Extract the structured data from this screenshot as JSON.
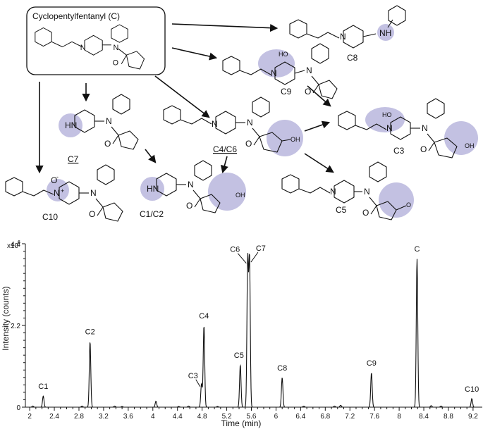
{
  "scheme": {
    "parent_box_title": "Cyclopentylfentanyl (C)",
    "compounds": {
      "C8": "C8",
      "C9": "C9",
      "C7": "C7",
      "C4C6": "C4/C6",
      "C3": "C3",
      "C1C2": "C1/C2",
      "C5": "C5",
      "C10": "C10"
    },
    "atoms": {
      "N": "N",
      "NH": "NH",
      "HN": "HN",
      "O": "O",
      "OH": "OH",
      "HO": "HO",
      "O_minus": "O",
      "N_plus": "N",
      "minus": "-",
      "plus": "+"
    },
    "highlight_color": "#b9b6dd"
  },
  "chart_data": {
    "type": "line",
    "title": "",
    "xlabel": "Time (min)",
    "ylabel": "Intensity (counts)",
    "y_multiplier_label": "x10",
    "y_multiplier_exp": "6",
    "xlim": [
      1.93,
      9.35
    ],
    "ylim": [
      0,
      4.4
    ],
    "x_ticks": [
      "2",
      "2.4",
      "2.8",
      "3.2",
      "3.6",
      "4",
      "4.4",
      "4.8",
      "5.2",
      "5.6",
      "6",
      "6.4",
      "6.8",
      "7.2",
      "7.6",
      "8",
      "8.4",
      "8.8",
      "9.2"
    ],
    "y_ticks": [
      "0",
      "2.2",
      "4.4"
    ],
    "peaks": [
      {
        "label": "C1",
        "x": 2.22,
        "y": 0.3
      },
      {
        "label": "C2",
        "x": 2.98,
        "y": 1.77
      },
      {
        "label": "",
        "x": 4.05,
        "y": 0.16
      },
      {
        "label": "C3",
        "x": 4.79,
        "y": 0.63
      },
      {
        "label": "C4",
        "x": 4.83,
        "y": 2.2
      },
      {
        "label": "C5",
        "x": 5.42,
        "y": 1.14
      },
      {
        "label": "C6",
        "x": 5.54,
        "y": 3.95
      },
      {
        "label": "C7",
        "x": 5.57,
        "y": 3.98
      },
      {
        "label": "C8",
        "x": 6.1,
        "y": 0.8
      },
      {
        "label": "C9",
        "x": 7.55,
        "y": 0.93
      },
      {
        "label": "C",
        "x": 8.29,
        "y": 4.0
      },
      {
        "label": "C10",
        "x": 9.18,
        "y": 0.23
      }
    ],
    "minor_peaks": [
      {
        "x": 2.05,
        "y": 0.03
      },
      {
        "x": 2.85,
        "y": 0.03
      },
      {
        "x": 3.38,
        "y": 0.03
      },
      {
        "x": 3.5,
        "y": 0.02
      },
      {
        "x": 4.42,
        "y": 0.02
      },
      {
        "x": 4.58,
        "y": 0.03
      },
      {
        "x": 5.05,
        "y": 0.02
      },
      {
        "x": 6.45,
        "y": 0.03
      },
      {
        "x": 6.95,
        "y": 0.03
      },
      {
        "x": 7.05,
        "y": 0.05
      },
      {
        "x": 8.52,
        "y": 0.04
      },
      {
        "x": 8.68,
        "y": 0.03
      }
    ]
  }
}
